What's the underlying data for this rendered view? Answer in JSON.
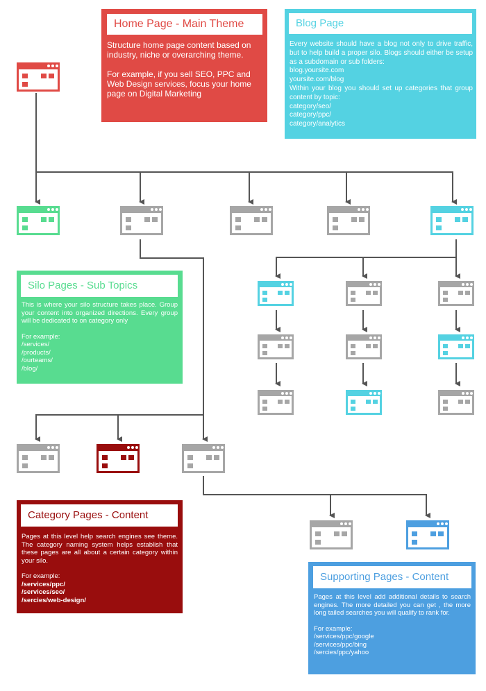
{
  "colors": {
    "red": "#e04a45",
    "cyan": "#54d2e2",
    "green": "#58dc90",
    "gray": "#a6a6a6",
    "dark_red": "#990d0d",
    "blue": "#4d9fe0",
    "line": "#555555"
  },
  "home_box": {
    "title": "Home Page - Main Theme",
    "line1": "Structure home page content based on industry, niche or overarching theme.",
    "line2": "For example, if you sell SEO, PPC and Web Design services, focus your home page on Digital Marketing"
  },
  "blog_box": {
    "title": "Blog Page",
    "lines": [
      "Every website should have a blog not only to drive traffic, but to help build a proper silo. Blogs should either be setup as a subdomain or sub folders:",
      "blog.yoursite.com",
      "yoursite.com/blog",
      "Within your blog you should set up categories that group content by topic:",
      "category/seo/",
      "category/ppc/",
      "category/analytics"
    ]
  },
  "silo_box": {
    "title": "Silo Pages - Sub Topics",
    "intro": "This is where your silo structure takes place. Group your content into organized directions. Every group will be dedicated to on category only",
    "example_label": "For example:",
    "examples": [
      "/services/",
      "/products/",
      "/ourteams/",
      "/blog/"
    ]
  },
  "category_box": {
    "title": "Category Pages - Content",
    "intro": "Pages at this level  help search engines see theme. The category naming system helps establish that these pages are all about a certain category within your silo.",
    "example_label": "For example:",
    "examples": [
      "/services/ppc/",
      "/services/seo/",
      "/sercies/web-design/"
    ]
  },
  "supporting_box": {
    "title": "Supporting Pages - Content",
    "intro": "Pages at this level add additional details to search engines. The more detailed you can get , the more long tailed searches you will qualify to rank for.",
    "example_label": "For example:",
    "examples": [
      "/services/ppc/google",
      "/services/ppc/bing",
      "/sercies/ppc/yahoo"
    ]
  }
}
